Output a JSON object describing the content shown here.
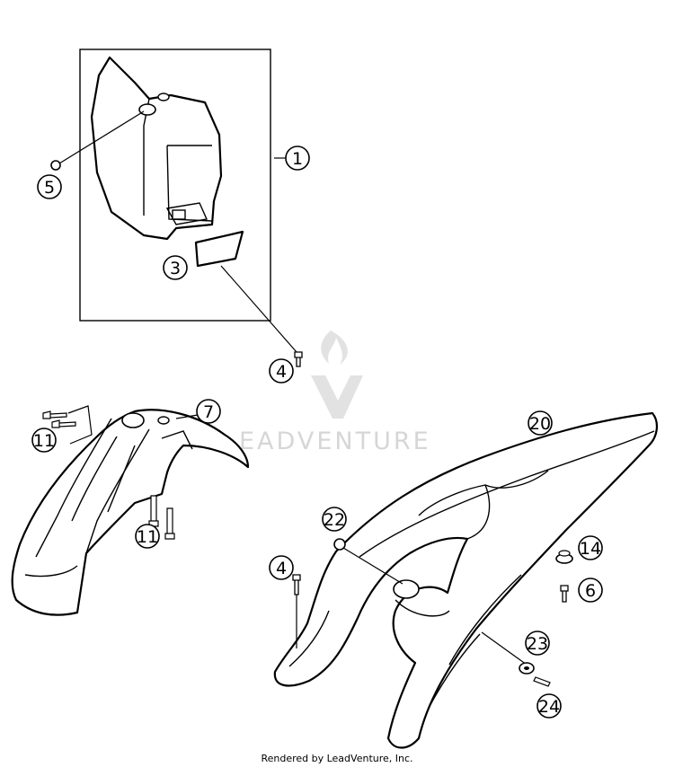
{
  "callouts": {
    "c1": "1",
    "c3": "3",
    "c4a": "4",
    "c4b": "4",
    "c5": "5",
    "c6": "6",
    "c7": "7",
    "c11a": "11",
    "c11b": "11",
    "c14": "14",
    "c20": "20",
    "c22": "22",
    "c23": "23",
    "c24": "24"
  },
  "watermark": {
    "text": "EADVENTURE"
  },
  "footer": {
    "text": "Rendered by LeadVenture, Inc."
  },
  "colors": {
    "line": "#000000",
    "watermark": "#d6d6d6",
    "background": "#ffffff"
  }
}
